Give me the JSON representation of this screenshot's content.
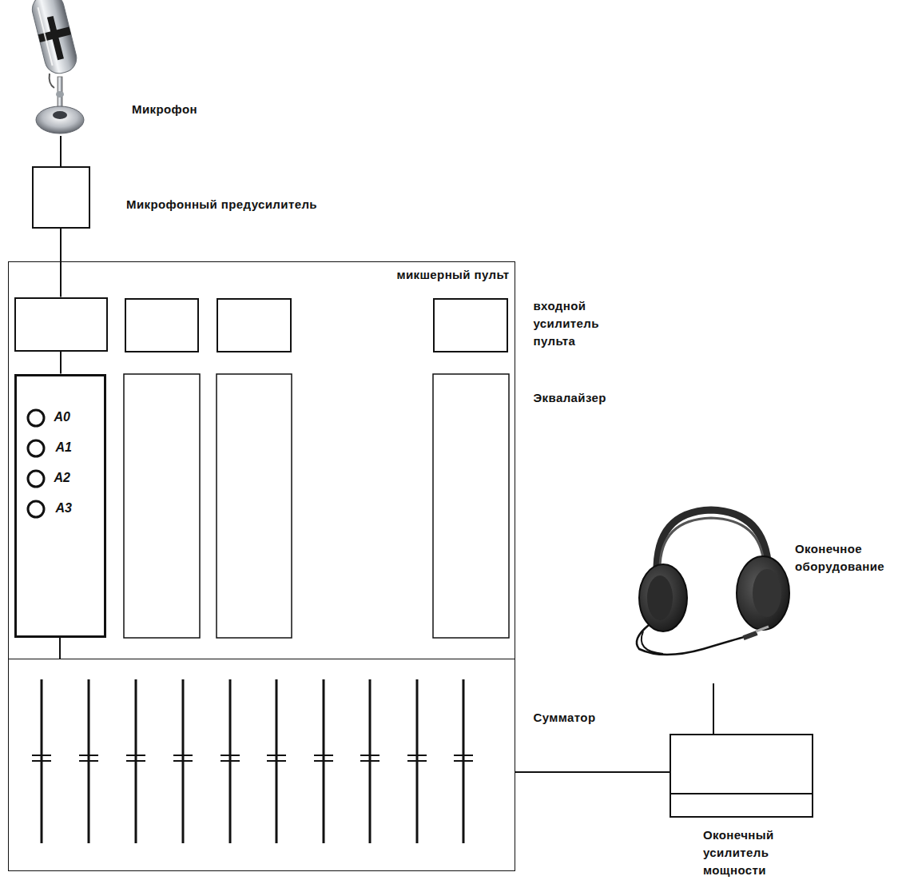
{
  "diagram": {
    "nodes": [
      {
        "text": [
          "Микрофон"
        ]
      },
      {
        "text": [
          "Микрофонный предусилитель"
        ]
      },
      {
        "text": [
          "микшерный пульт"
        ]
      },
      {
        "text": [
          "входной усилитель пульта"
        ],
        "in": 2
      },
      {
        "text": [
          "A0",
          "A1",
          "A2",
          "A3",
          "Эквалайзер"
        ],
        "in": 2
      },
      {
        "text": [
          "Оконечное оборудование"
        ]
      },
      {
        "text": [
          "Сумматор"
        ]
      },
      {
        "text": [
          "Оконечный усилитель мощности"
        ]
      }
    ],
    "edges": [
      {
        "from": 0,
        "to": 1,
        "arrow": "none"
      },
      {
        "from": 1,
        "to": 3,
        "arrow": "none"
      },
      {
        "from": 3,
        "to": 4,
        "arrow": "none"
      },
      {
        "from": 4,
        "to": 6,
        "arrow": "none"
      },
      {
        "from": 6,
        "to": 7,
        "arrow": "none"
      },
      {
        "from": 7,
        "to": 5,
        "arrow": "none"
      }
    ]
  }
}
